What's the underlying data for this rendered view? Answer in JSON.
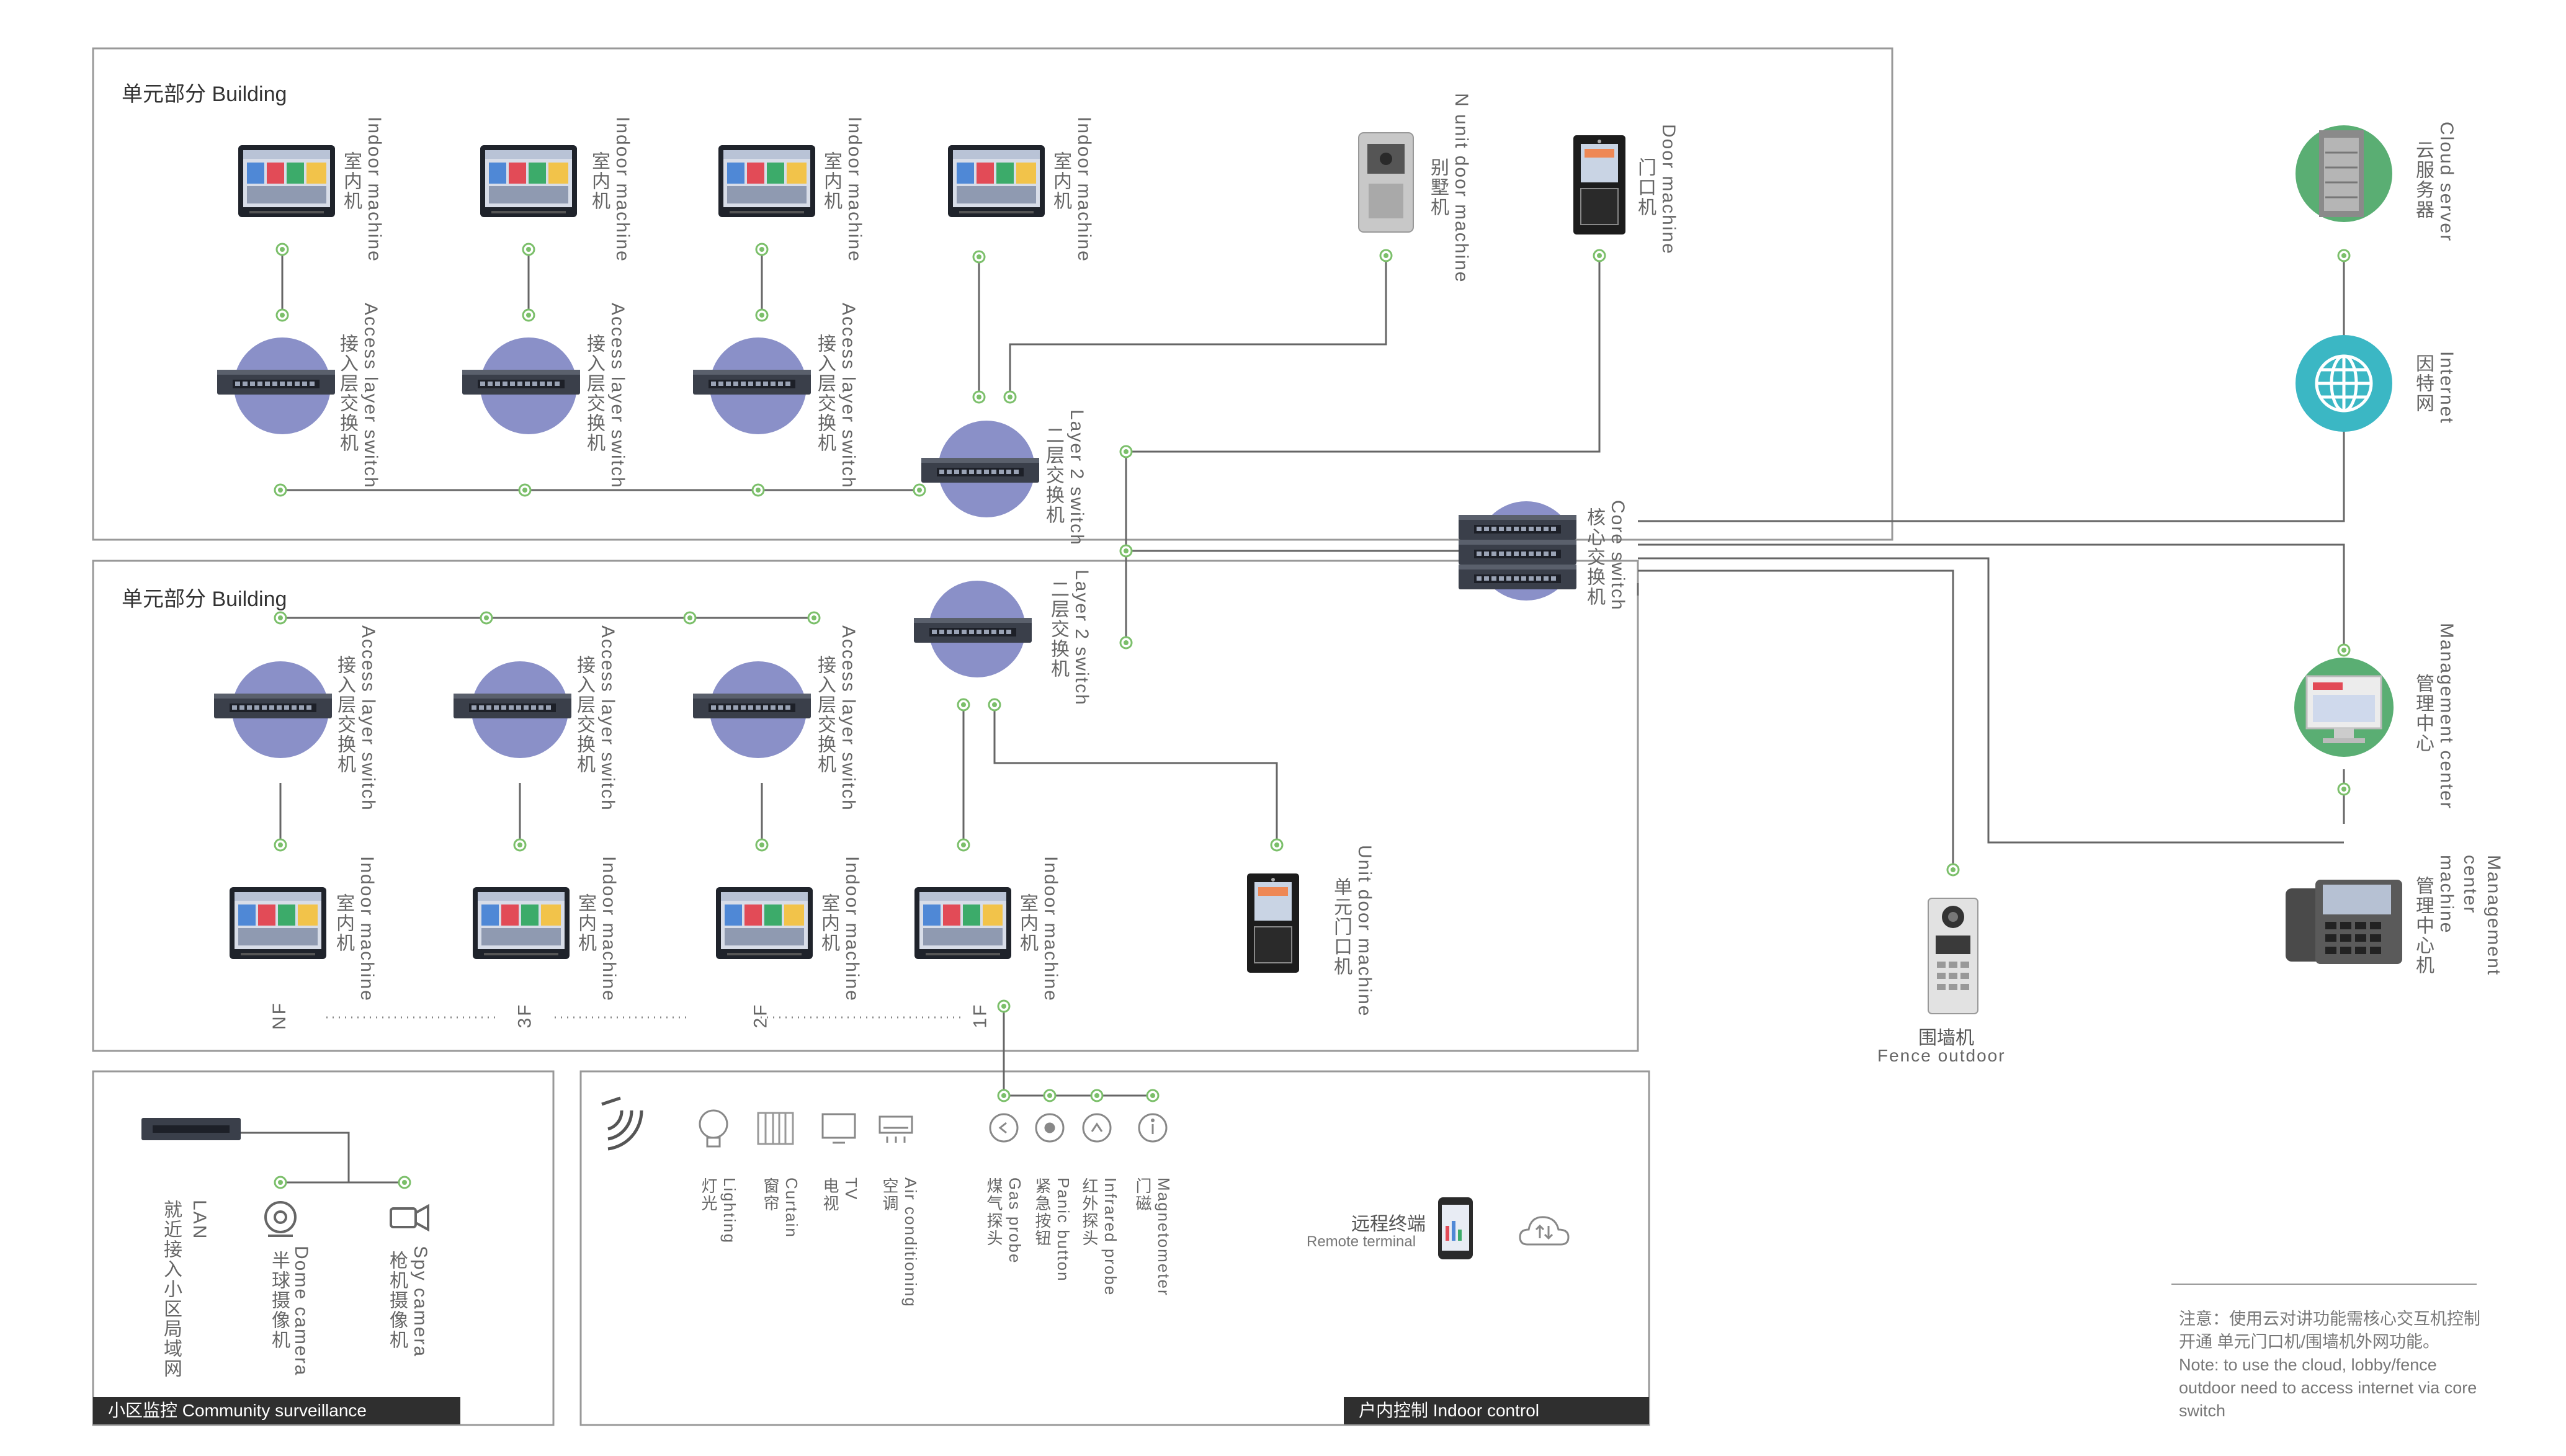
{
  "building_top": {
    "title": "单元部分 Building"
  },
  "building_bottom": {
    "title": "单元部分 Building"
  },
  "labels": {
    "indoor_zh": "室内机",
    "indoor_en": "Indoor machine",
    "access_zh": "接入层交换机",
    "access_en": "Access layer switch",
    "layer2_zh": "二层交换机",
    "layer2_en": "Layer 2 switch",
    "villa_zh": "别墅机",
    "villa_en": "N unit door machine",
    "door_zh": "门口机",
    "door_en": "Door machine",
    "unit_door_zh": "单元门口机",
    "unit_door_en": "Unit door machine",
    "core_zh": "核心交换机",
    "core_en": "Core switch",
    "cloud_zh": "云服务器",
    "cloud_en": "Cloud server",
    "internet_zh": "因特网",
    "internet_en": "Internet",
    "mgmt_zh": "管理中心",
    "mgmt_en": "Management center",
    "mgmt_machine_zh": "管理中心机",
    "mgmt_machine_en": "Management center machine",
    "fence_zh": "围墙机",
    "fence_en": "Fence outdoor"
  },
  "floors": [
    "NF",
    "3F",
    "2F",
    "1F"
  ],
  "surveillance": {
    "footer": "小区监控 Community surveillance",
    "lan_zh": "就近接入小区局域网",
    "lan_en": "LAN",
    "dome_zh": "半球摄像机",
    "dome_en": "Dome camera",
    "spy_zh": "枪机摄像机",
    "spy_en": "Spy camera"
  },
  "indoor_control": {
    "footer": "户内控制 Indoor control",
    "devices": [
      {
        "zh": "灯光",
        "en": "Lighting",
        "icon": "bulb-icon"
      },
      {
        "zh": "窗帘",
        "en": "Curtain",
        "icon": "curtain-icon"
      },
      {
        "zh": "电视",
        "en": "TV",
        "icon": "tv-icon"
      },
      {
        "zh": "空调",
        "en": "Air conditioning",
        "icon": "ac-icon"
      },
      {
        "zh": "煤气探头",
        "en": "Gas probe",
        "icon": "gas-probe-icon"
      },
      {
        "zh": "紧急按钮",
        "en": "Panic button",
        "icon": "panic-button-icon"
      },
      {
        "zh": "红外探头",
        "en": "Infrared probe",
        "icon": "infrared-probe-icon"
      },
      {
        "zh": "门磁",
        "en": "Magnetometer",
        "icon": "magnetometer-icon"
      }
    ],
    "remote_zh": "远程终端",
    "remote_en": "Remote terminal"
  },
  "note": {
    "line1": "注意：使用云对讲功能需核心交互机控制开通 单元门口机/围墙机外网功能。",
    "line2": "Note: to use the cloud, lobby/fence outdoor need to access internet via core switch"
  },
  "colors": {
    "line": "#666666",
    "node": "#7bbf6a",
    "switch_disc": "#8a90c8",
    "internet": "#3bb7c4",
    "mgmt": "#5aae73",
    "frame": "#999999"
  }
}
